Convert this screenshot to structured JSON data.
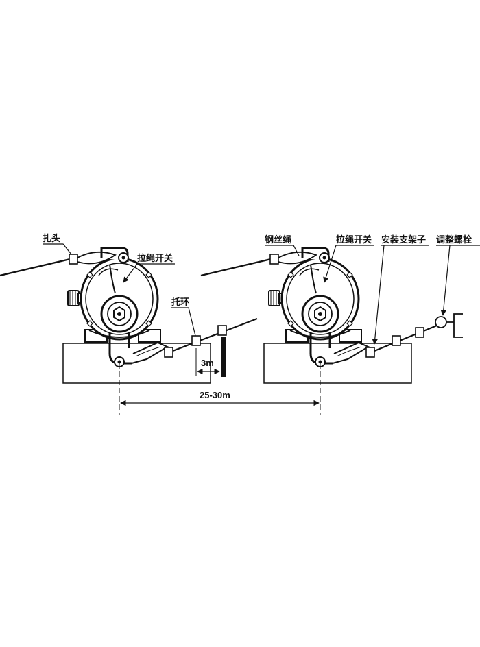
{
  "labels": {
    "zatou": "扎头",
    "lasheng_kaiguan_left": "拉绳开关",
    "tuohuan": "托环",
    "gangsisheng": "钢丝绳",
    "lasheng_kaiguan_right": "拉绳开关",
    "anzhuang_zhijiazi": "安装支架子",
    "tiaozheng_luoshuan": "调整螺栓"
  },
  "dimensions": {
    "ring_spacing": "3m",
    "switch_spacing": "25-30m"
  },
  "colors": {
    "ink": "#111111",
    "paper": "#ffffff"
  }
}
